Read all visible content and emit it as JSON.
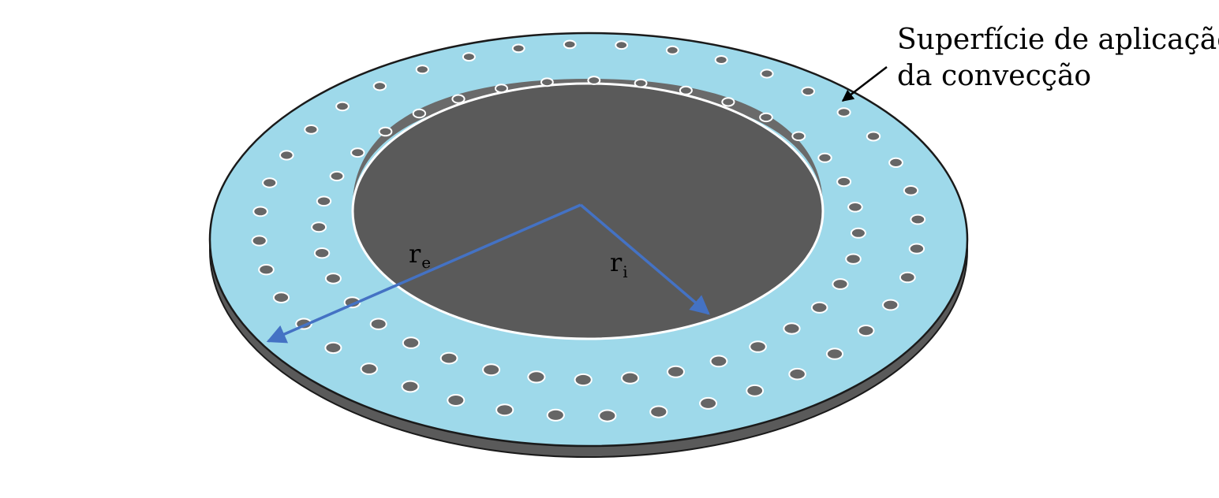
{
  "annotation": {
    "line1": "Superfície de aplicação",
    "line2": "da convecção"
  },
  "labels": {
    "outer_radius_main": "r",
    "outer_radius_sub": "e",
    "inner_radius_main": "r",
    "inner_radius_sub": "i"
  },
  "colors": {
    "ring_fill": "#9ed9ea",
    "rim": "#5a5a5a",
    "outline": "#1a1a1a",
    "hole_fill": "#666666",
    "hole_ring": "#ffffff",
    "radius_arrow": "#4472c4"
  }
}
